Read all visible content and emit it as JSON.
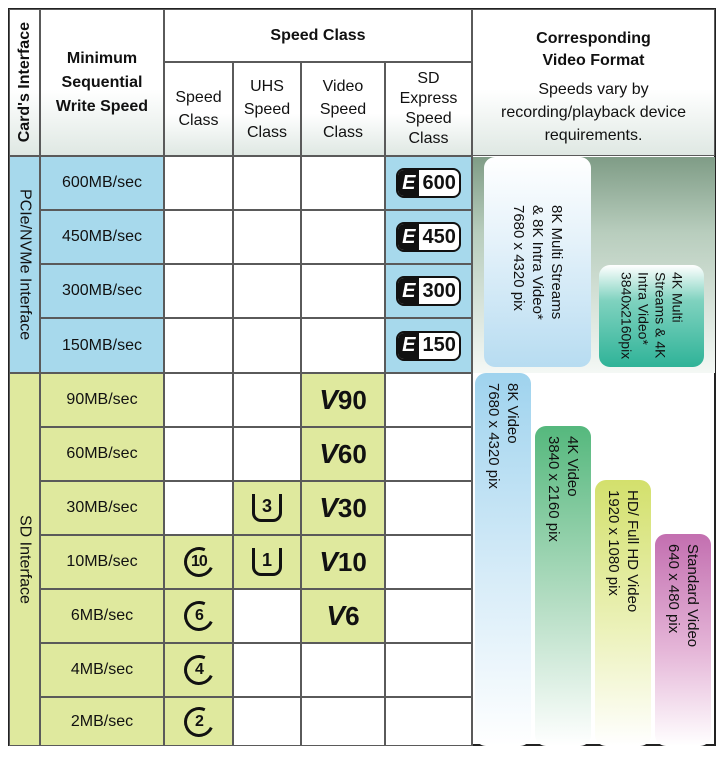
{
  "headers": {
    "interface": "Card's Interface",
    "min_write": "Minimum Sequential Write Speed",
    "speed_class_group": "Speed Class",
    "speed_class": "Speed Class",
    "uhs": "UHS Speed Class",
    "video": "Video Speed Class",
    "sd_express": "SD Express Speed Class",
    "video_format": "Corresponding Video Format",
    "video_note": "Speeds vary by recording/playback device requirements."
  },
  "interfaces": {
    "pcie": "PCIe/NVMe Interface",
    "sd": "SD Interface"
  },
  "rows": [
    {
      "speed": "600MB/sec",
      "express": "600"
    },
    {
      "speed": "450MB/sec",
      "express": "450"
    },
    {
      "speed": "300MB/sec",
      "express": "300"
    },
    {
      "speed": "150MB/sec",
      "express": "150"
    },
    {
      "speed": "90MB/sec",
      "video": "90"
    },
    {
      "speed": "60MB/sec",
      "video": "60"
    },
    {
      "speed": "30MB/sec",
      "uhs": "3",
      "video": "30"
    },
    {
      "speed": "10MB/sec",
      "class": "10",
      "uhs": "1",
      "video": "10"
    },
    {
      "speed": "6MB/sec",
      "class": "6",
      "video": "6"
    },
    {
      "speed": "4MB/sec",
      "class": "4"
    },
    {
      "speed": "2MB/sec",
      "class": "2"
    }
  ],
  "badge_letters": {
    "express": "E",
    "video": "V"
  },
  "formats": {
    "multi8k": {
      "l1": "8K Multi Streams",
      "l2": "& 8K Intra Video*",
      "l3": "7680 x 4320 pix"
    },
    "multi4k": {
      "l1": "4K Multi",
      "l2": "Streams & 4K",
      "l3": "Intra Video*",
      "l4": "3840x2160pix"
    },
    "v8k": {
      "l1": "8K Video",
      "l2": "7680 x 4320 pix"
    },
    "v4k": {
      "l1": "4K Video",
      "l2": "3840 x 2160 pix"
    },
    "hd": {
      "l1": "HD/ Full HD Video",
      "l2": "1920 x 1080 pix"
    },
    "sdv": {
      "l1": "Standard Video",
      "l2": "640 x 480 pix"
    }
  },
  "colors": {
    "pcie": "#a7d9ec",
    "sd": "#dfe99e",
    "teal": "#2fb398",
    "green": "#55b87d",
    "lime": "#d3e06c",
    "magenta": "#c36fb0",
    "blue": "#9fd3ee"
  }
}
